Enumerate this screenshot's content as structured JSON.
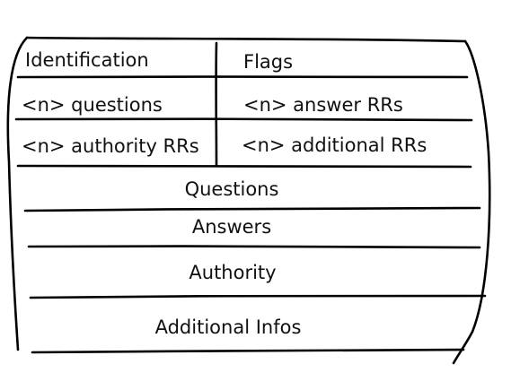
{
  "diagram": {
    "header": {
      "identification": "Identification",
      "flags": "Flags"
    },
    "counts": {
      "questions": "<n> questions",
      "answer_rrs": "<n> answer RRs",
      "authority_rrs": "<n> authority RRs",
      "additional_rrs": "<n> additional RRs"
    },
    "sections": {
      "questions": "Questions",
      "answers": "Answers",
      "authority": "Authority",
      "additional_infos": "Additional Infos"
    }
  }
}
